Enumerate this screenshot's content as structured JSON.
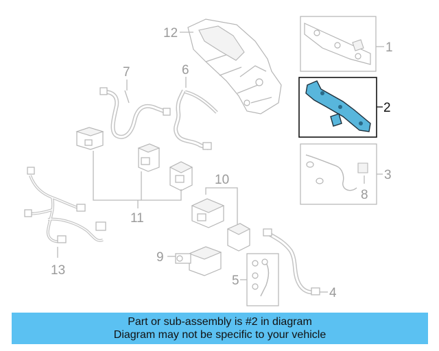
{
  "diagram": {
    "callouts": [
      "1",
      "2",
      "3",
      "4",
      "5",
      "6",
      "7",
      "8",
      "9",
      "10",
      "11",
      "12",
      "13"
    ],
    "highlighted_callout": "2",
    "highlight_color": "#58b6dc",
    "label_color": "#9a9a9a"
  },
  "banner": {
    "line1": "Part or sub-assembly is #2 in diagram",
    "line2": "Diagram may not be specific to your vehicle",
    "background": "#5bc1f2"
  }
}
